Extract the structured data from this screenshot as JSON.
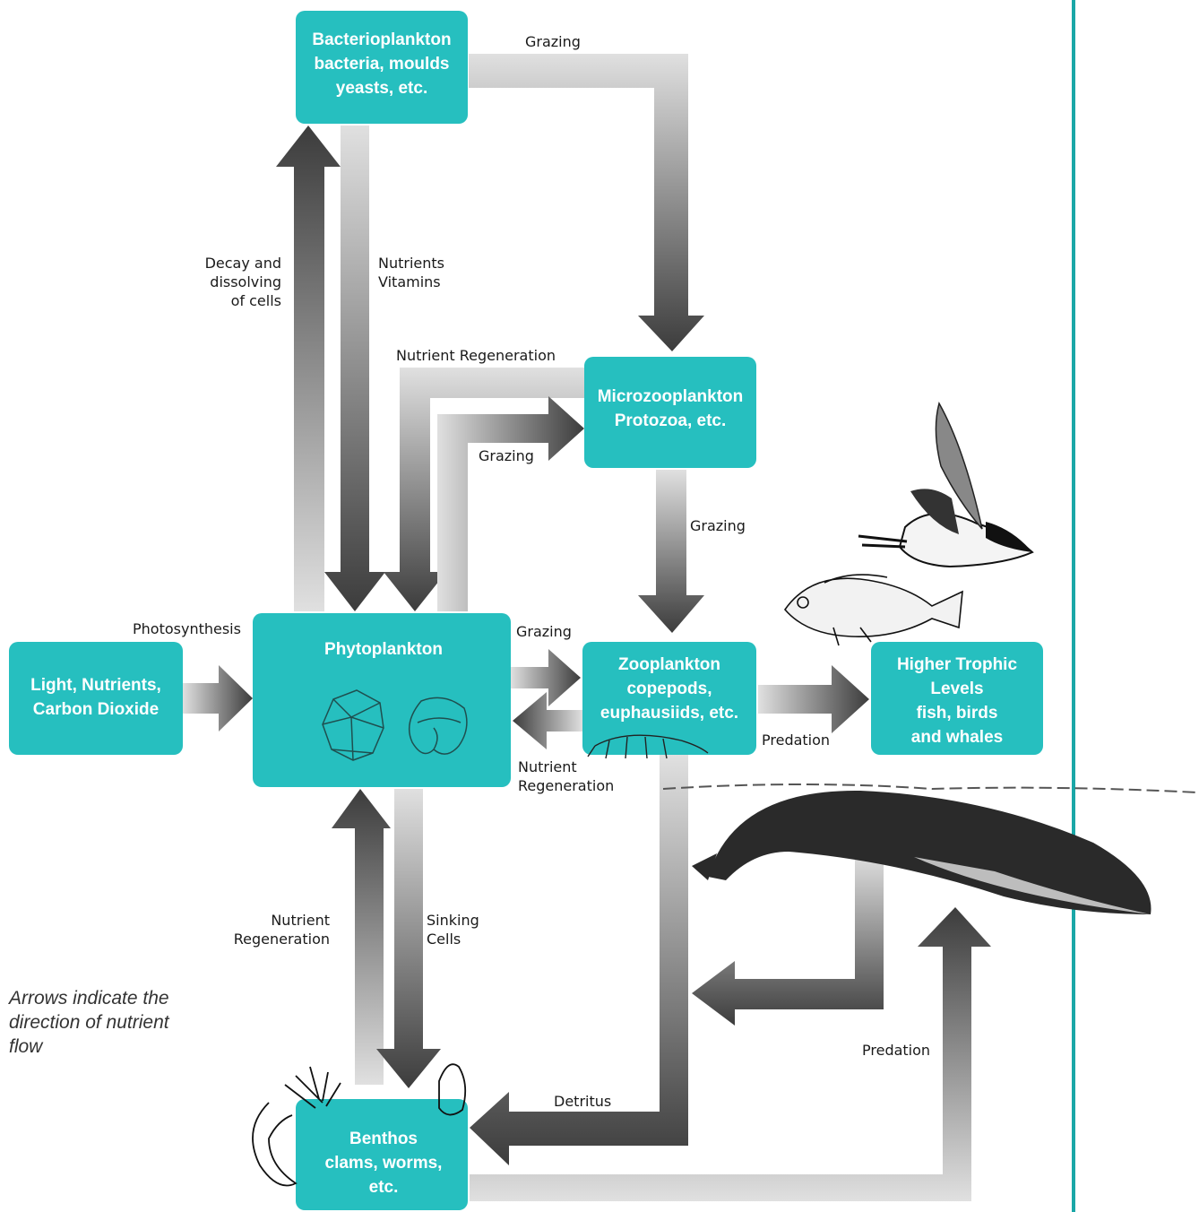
{
  "colors": {
    "box_fill": "#26bfbf",
    "box_text": "#ffffff",
    "arrow_dark": "#444444",
    "arrow_light": "#d9d9d9",
    "divider": "#1aa7a7"
  },
  "boxes": {
    "bacterioplankton": {
      "line1": "Bacterioplankton",
      "line2": "bacteria, moulds",
      "line3": "yeasts, etc."
    },
    "microzooplankton": {
      "line1": "Microzooplankton",
      "line2": "Protozoa, etc."
    },
    "light": {
      "line1": "Light, Nutrients,",
      "line2": "Carbon Dioxide"
    },
    "phytoplankton": {
      "line1": "Phytoplankton"
    },
    "zooplankton": {
      "line1": "Zooplankton",
      "line2": "copepods,",
      "line3": "euphausiids, etc."
    },
    "higher": {
      "line1": "Higher Trophic",
      "line2": "Levels",
      "line3": "fish, birds",
      "line4": "and whales"
    },
    "benthos": {
      "line1": "Benthos",
      "line2": "clams, worms,",
      "line3": "etc."
    }
  },
  "labels": {
    "grazing_top": "Grazing",
    "decay_1": "Decay and",
    "decay_2": "dissolving",
    "decay_3": "of cells",
    "nutrients_1": "Nutrients",
    "nutrients_2": "Vitamins",
    "nutrient_regen_top": "Nutrient Regeneration",
    "grazing_micro": "Grazing",
    "grazing_mid": "Grazing",
    "photosynthesis": "Photosynthesis",
    "grazing_zoo": "Grazing",
    "predation_right": "Predation",
    "regen_zoo_1": "Nutrient",
    "regen_zoo_2": "Regeneration",
    "regen_benthos_1": "Nutrient",
    "regen_benthos_2": "Regeneration",
    "sinking_1": "Sinking",
    "sinking_2": "Cells",
    "detritus": "Detritus",
    "predation_bottom": "Predation"
  },
  "note": {
    "line1": "Arrows indicate the",
    "line2": "direction of nutrient",
    "line3": "flow"
  }
}
